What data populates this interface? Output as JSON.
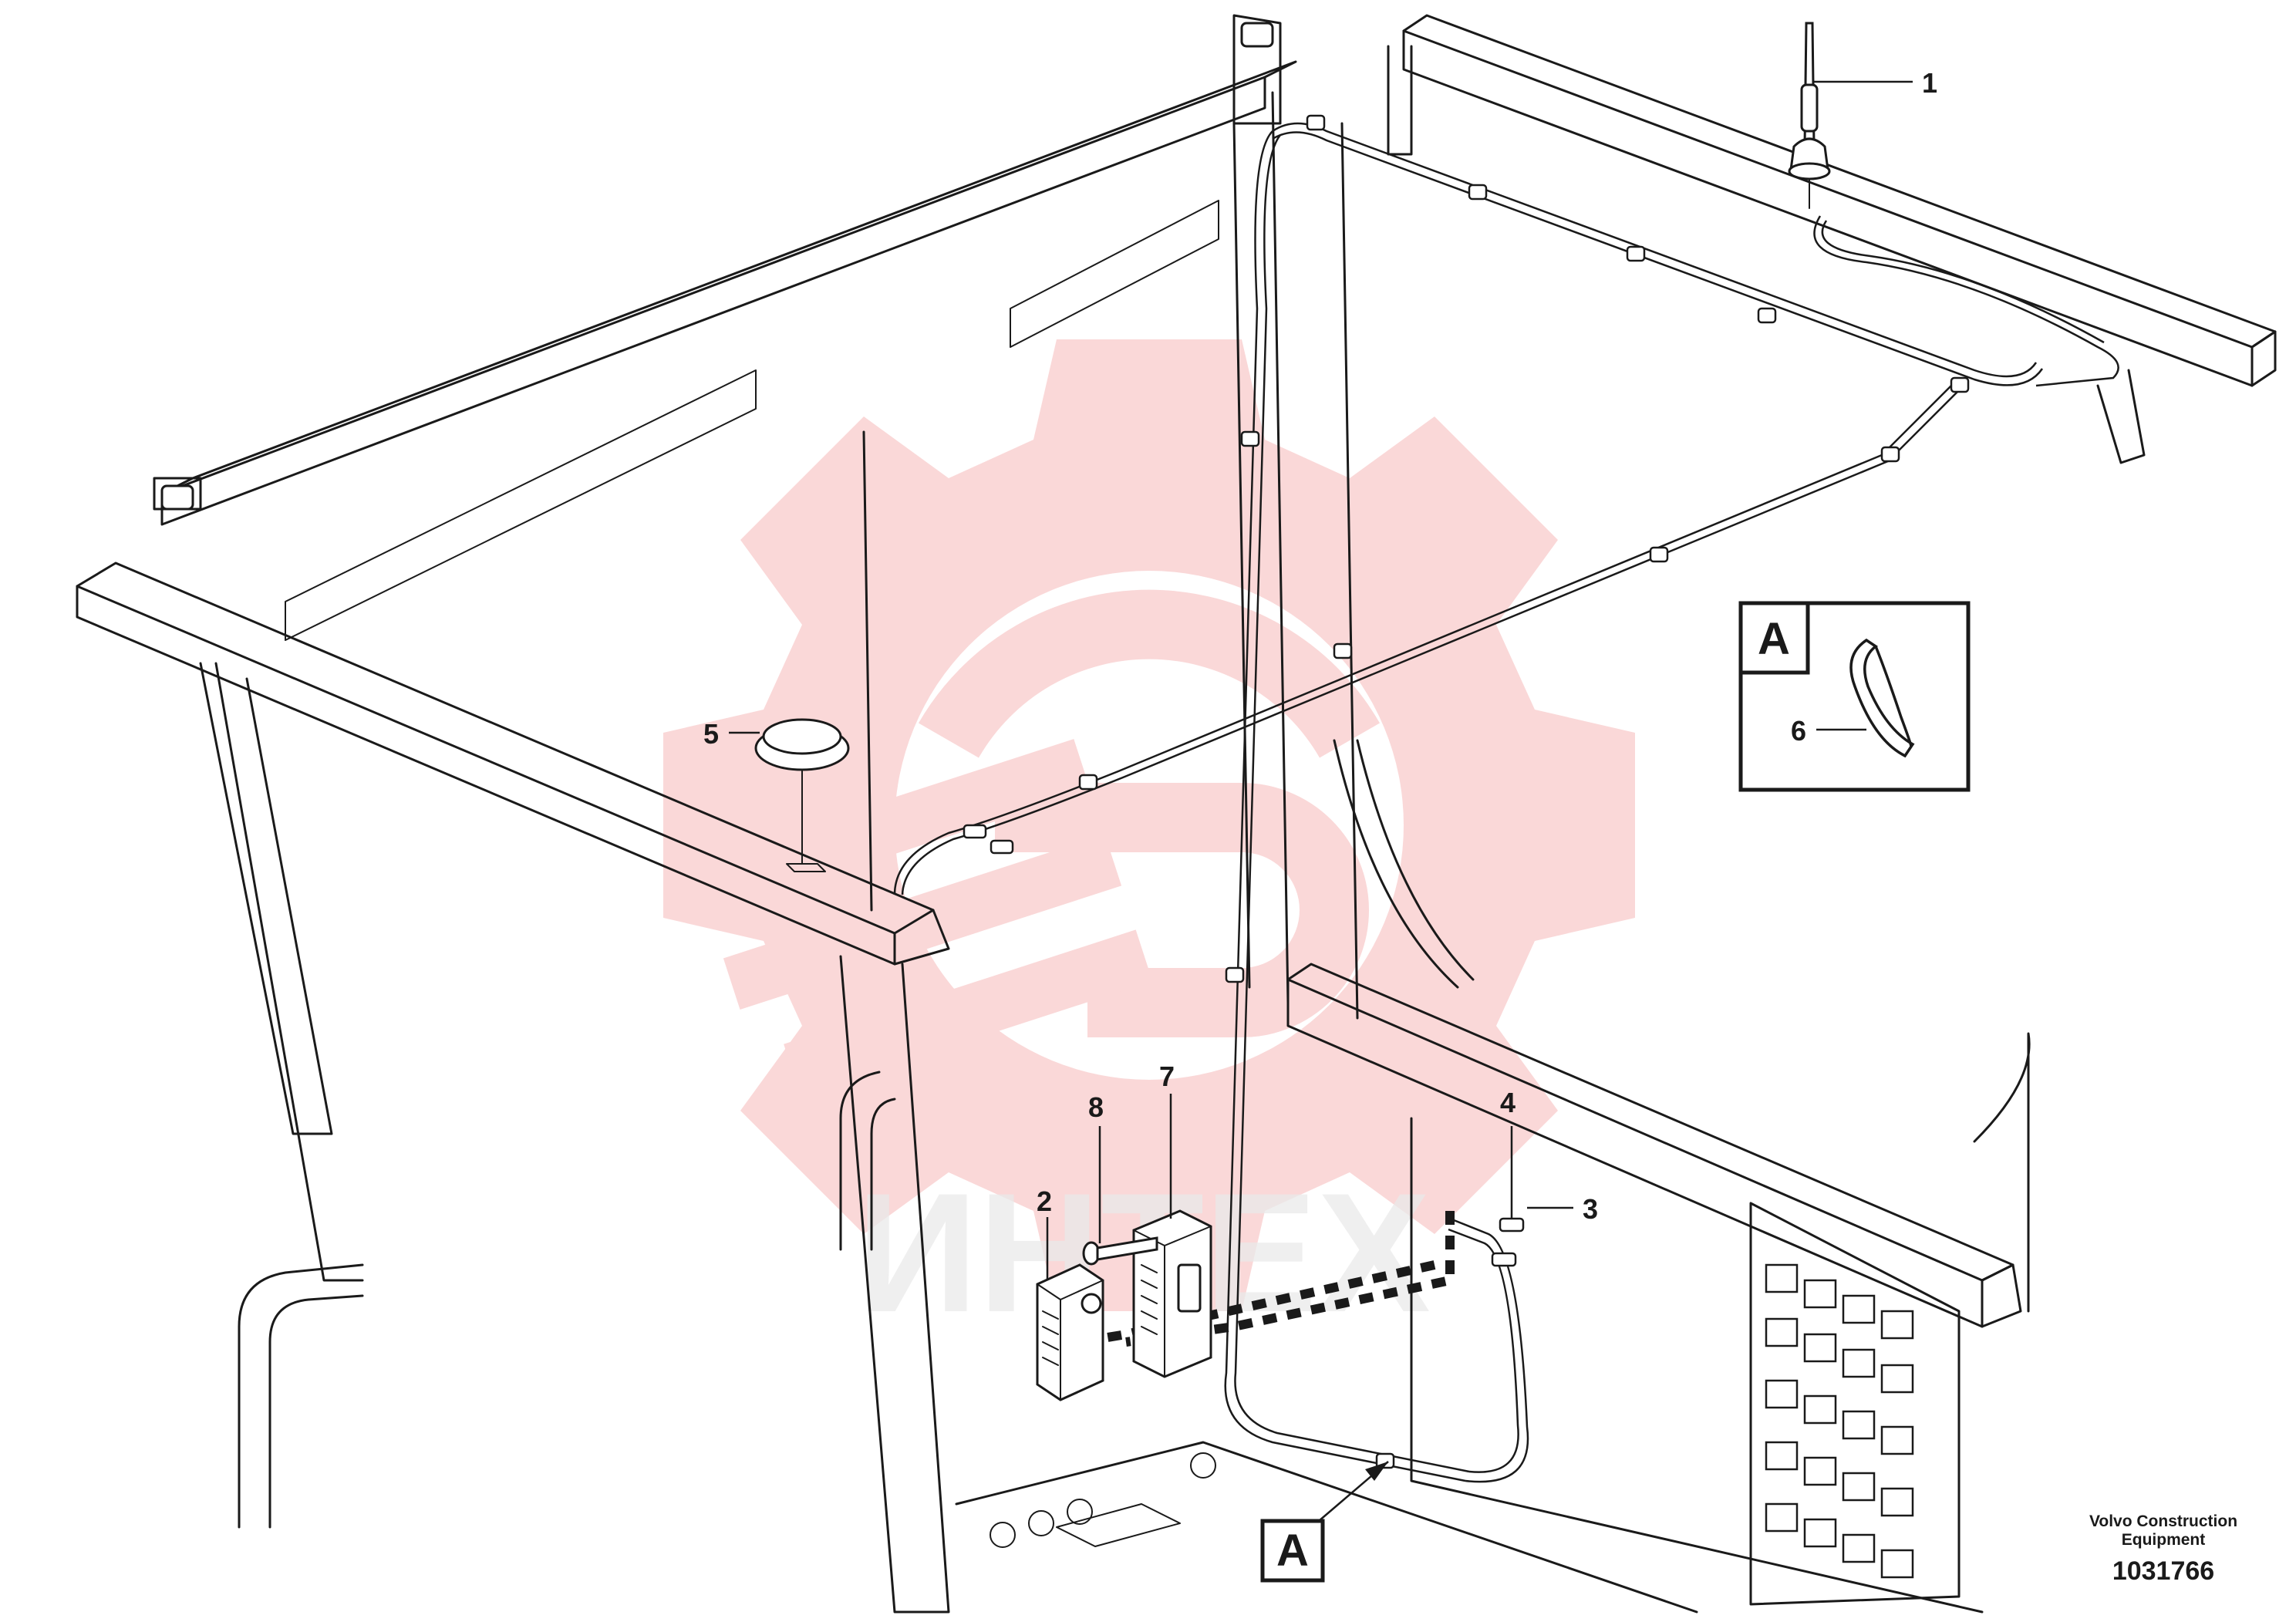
{
  "callouts": {
    "c1": "1",
    "c2": "2",
    "c3": "3",
    "c4": "4",
    "c5": "5",
    "c6": "6",
    "c7": "7",
    "c8": "8"
  },
  "detail_view": {
    "letter": "A"
  },
  "view_marker": {
    "letter": "A"
  },
  "watermark": {
    "text": "ИНТЕХ",
    "color": "#f5b8b8"
  },
  "footer": {
    "line1": "Volvo Construction",
    "line2": "Equipment",
    "part_number": "1031766"
  }
}
